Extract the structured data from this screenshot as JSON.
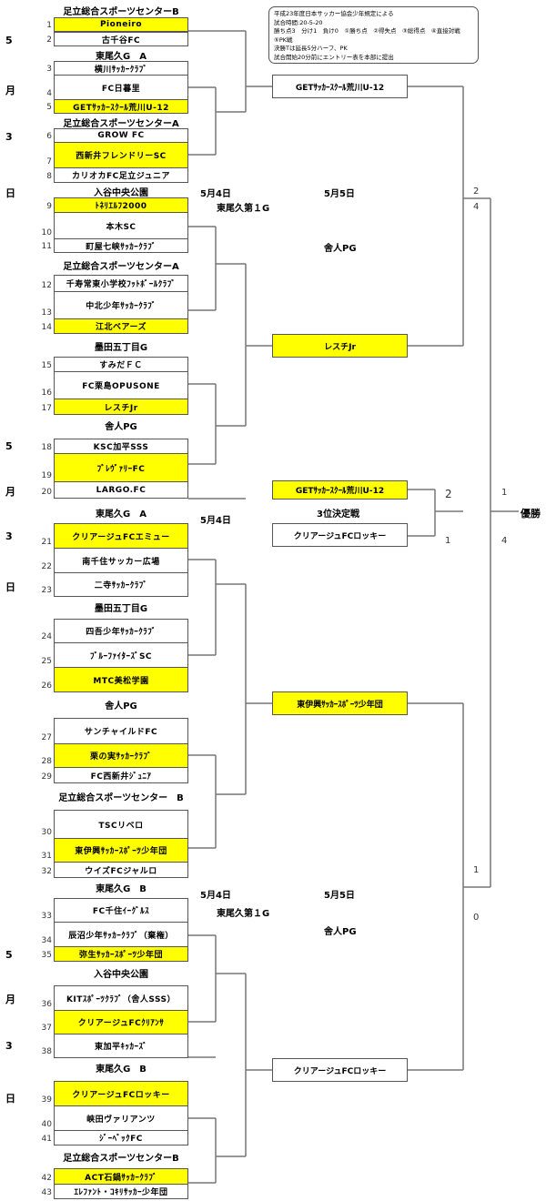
{
  "notes": [
    "平成23年度日本サッカー協会少年規定による",
    "試合時間:20-5-20",
    "勝ち点3　分け1　負け0　①勝ち点　②得失点　③総得点　④直接対戦",
    "⑤PK戦",
    "決勝Tは延長5分ハーフ、PK",
    "試合開始20分前にエントリー表を本部に提出"
  ],
  "side_dates": {
    "top": [
      "5",
      "月",
      "3",
      "日"
    ],
    "middle": [
      "5",
      "月",
      "3",
      "日"
    ],
    "bottom": [
      "5",
      "月",
      "3",
      "日"
    ]
  },
  "groups": [
    {
      "venue": "足立総合スポーツセンターB",
      "teams": [
        {
          "no": "1",
          "name": "Pioneiro",
          "winner": true
        },
        {
          "no": "2",
          "name": "古千谷FC",
          "winner": false
        }
      ]
    },
    {
      "venue": "東尾久G　A",
      "teams": [
        {
          "no": "3",
          "name": "横川ｻｯｶｰｸﾗﾌﾞ",
          "winner": false
        },
        {
          "no": "4",
          "name": "FC日暮里",
          "winner": false
        },
        {
          "no": "5",
          "name": "GETｻｯｶｰｽｸｰﾙ荒川U-12",
          "winner": true
        }
      ]
    },
    {
      "venue": "足立総合スポーツセンターA",
      "teams": [
        {
          "no": "6",
          "name": "GROW FC",
          "winner": false
        },
        {
          "no": "7",
          "name": "西新井フレンドリーSC",
          "winner": true
        },
        {
          "no": "8",
          "name": "カリオカFC足立ジュニア",
          "winner": false
        }
      ]
    },
    {
      "venue": "入谷中央公園",
      "teams": [
        {
          "no": "9",
          "name": "ﾄﾈﾘｴﾙﾌ2000",
          "winner": true
        },
        {
          "no": "10",
          "name": "本木SC",
          "winner": false
        },
        {
          "no": "11",
          "name": "町屋七峡ｻｯｶｰｸﾗﾌﾞ",
          "winner": false
        }
      ]
    },
    {
      "venue": "足立総合スポーツセンターA",
      "teams": [
        {
          "no": "12",
          "name": "千寿常東小学校ﾌｯﾄﾎﾞｰﾙｸﾗﾌﾞ",
          "winner": false
        },
        {
          "no": "13",
          "name": "中北少年ｻｯｶｰｸﾗﾌﾞ",
          "winner": false
        },
        {
          "no": "14",
          "name": "江北ベアーズ",
          "winner": true
        }
      ]
    },
    {
      "venue": "墨田五丁目G",
      "teams": [
        {
          "no": "15",
          "name": "すみだＦＣ",
          "winner": false
        },
        {
          "no": "16",
          "name": "FC栗島OPUSONE",
          "winner": false
        },
        {
          "no": "17",
          "name": "レスチJr",
          "winner": true
        }
      ]
    },
    {
      "venue": "舎人PG",
      "teams": [
        {
          "no": "18",
          "name": "KSC加平SSS",
          "winner": false
        },
        {
          "no": "19",
          "name": "ﾌﾞﾚｳﾞｧﾘｰFC",
          "winner": true
        },
        {
          "no": "20",
          "name": "LARGO.FC",
          "winner": false
        }
      ]
    },
    {
      "venue": "東尾久G　A",
      "teams": [
        {
          "no": "21",
          "name": "クリアージュFCエミュー",
          "winner": true
        },
        {
          "no": "22",
          "name": "南千住サッカー広場",
          "winner": false
        },
        {
          "no": "23",
          "name": "二寺ｻｯｶｰｸﾗﾌﾞ",
          "winner": false
        }
      ]
    },
    {
      "venue": "墨田五丁目G",
      "teams": [
        {
          "no": "24",
          "name": "四吾少年ｻｯｶｰｸﾗﾌﾞ",
          "winner": false
        },
        {
          "no": "25",
          "name": "ﾌﾞﾙｰﾌｧｲﾀｰｽﾞSC",
          "winner": false
        },
        {
          "no": "26",
          "name": "MTC美松学園",
          "winner": true
        }
      ]
    },
    {
      "venue": "舎人PG",
      "teams": [
        {
          "no": "27",
          "name": "サンチャイルドFC",
          "winner": false
        },
        {
          "no": "28",
          "name": "栗の実ｻｯｶｰｸﾗﾌﾞ",
          "winner": true
        },
        {
          "no": "29",
          "name": "FC西新井ｼﾞｭﾆｱ",
          "winner": false
        }
      ]
    },
    {
      "venue": "足立総合スポーツセンター　B",
      "teams": [
        {
          "no": "30",
          "name": "TSCリベロ",
          "winner": false
        },
        {
          "no": "31",
          "name": "東伊興ｻｯｶｰｽﾎﾟｰﾂ少年団",
          "winner": true
        },
        {
          "no": "32",
          "name": "ウイズFCジャルロ",
          "winner": false
        }
      ]
    },
    {
      "venue": "東尾久G　B",
      "teams": [
        {
          "no": "33",
          "name": "FC千住ｲｰｸﾞﾙｽ",
          "winner": false
        },
        {
          "no": "34",
          "name": "辰沼少年ｻｯｶｰｸﾗﾌﾞ（棄権）",
          "winner": false
        },
        {
          "no": "35",
          "name": "弥生ｻｯｶｰｽﾎﾟｰﾂ少年団",
          "winner": true
        }
      ]
    },
    {
      "venue": "入谷中央公園",
      "teams": [
        {
          "no": "36",
          "name": "KITｽﾎﾟｰﾂｸﾗﾌﾞ（舎人SSS）",
          "winner": false
        },
        {
          "no": "37",
          "name": "クリアージュFCｸﾘｱﾝｻ",
          "winner": true
        },
        {
          "no": "38",
          "name": "東加平ｷｯｶｰｽﾞ",
          "winner": false
        }
      ]
    },
    {
      "venue": "東尾久G　B",
      "teams": [
        {
          "no": "39",
          "name": "クリアージュFCロッキー",
          "winner": true
        },
        {
          "no": "40",
          "name": "峡田ヴァリアンツ",
          "winner": false
        },
        {
          "no": "41",
          "name": "ｼﾞｰﾍﾞｯｸFC",
          "winner": false
        }
      ]
    },
    {
      "venue": "足立総合スポーツセンターB",
      "teams": [
        {
          "no": "42",
          "name": "ACT石鍋ｻｯｶｰｸﾗﾌﾞ",
          "winner": true
        },
        {
          "no": "43",
          "name": "ｴﾚﾌｧﾝﾄ・ｺｷﾘｻｯｶｰ少年団",
          "winner": false
        }
      ]
    }
  ],
  "round_labels": {
    "day1_a": "5月4日",
    "day1_a_venue": "東尾久第１G",
    "day2_a": "5月5日",
    "day2_a_venue": "舎人PG",
    "day1_b": "5月4日",
    "day1_c": "5月4日",
    "day1_c_venue": "東尾久第１G",
    "day2_c": "5月5日",
    "day2_c_venue": "舎人PG"
  },
  "semifinalists": [
    {
      "name": "GETｻｯｶｰｽｸｰﾙ荒川U-12",
      "winner": false
    },
    {
      "name": "レスチJr",
      "winner": true
    },
    {
      "name": "東伊興ｻｯｶｰｽﾎﾟｰﾂ少年団",
      "winner": true
    },
    {
      "name": "クリアージュFCロッキー",
      "winner": false
    }
  ],
  "semifinal_scores": {
    "upper": [
      "2",
      "4"
    ],
    "lower": [
      "1",
      "0"
    ]
  },
  "third_place": {
    "label": "3位決定戦",
    "teams": [
      {
        "name": "GETｻｯｶｰｽｸｰﾙ荒川U-12",
        "winner": true,
        "score": "2"
      },
      {
        "name": "クリアージュFCロッキー",
        "winner": false,
        "score": "1"
      }
    ]
  },
  "final": {
    "label": "優勝",
    "scores": [
      "1",
      "4"
    ]
  }
}
